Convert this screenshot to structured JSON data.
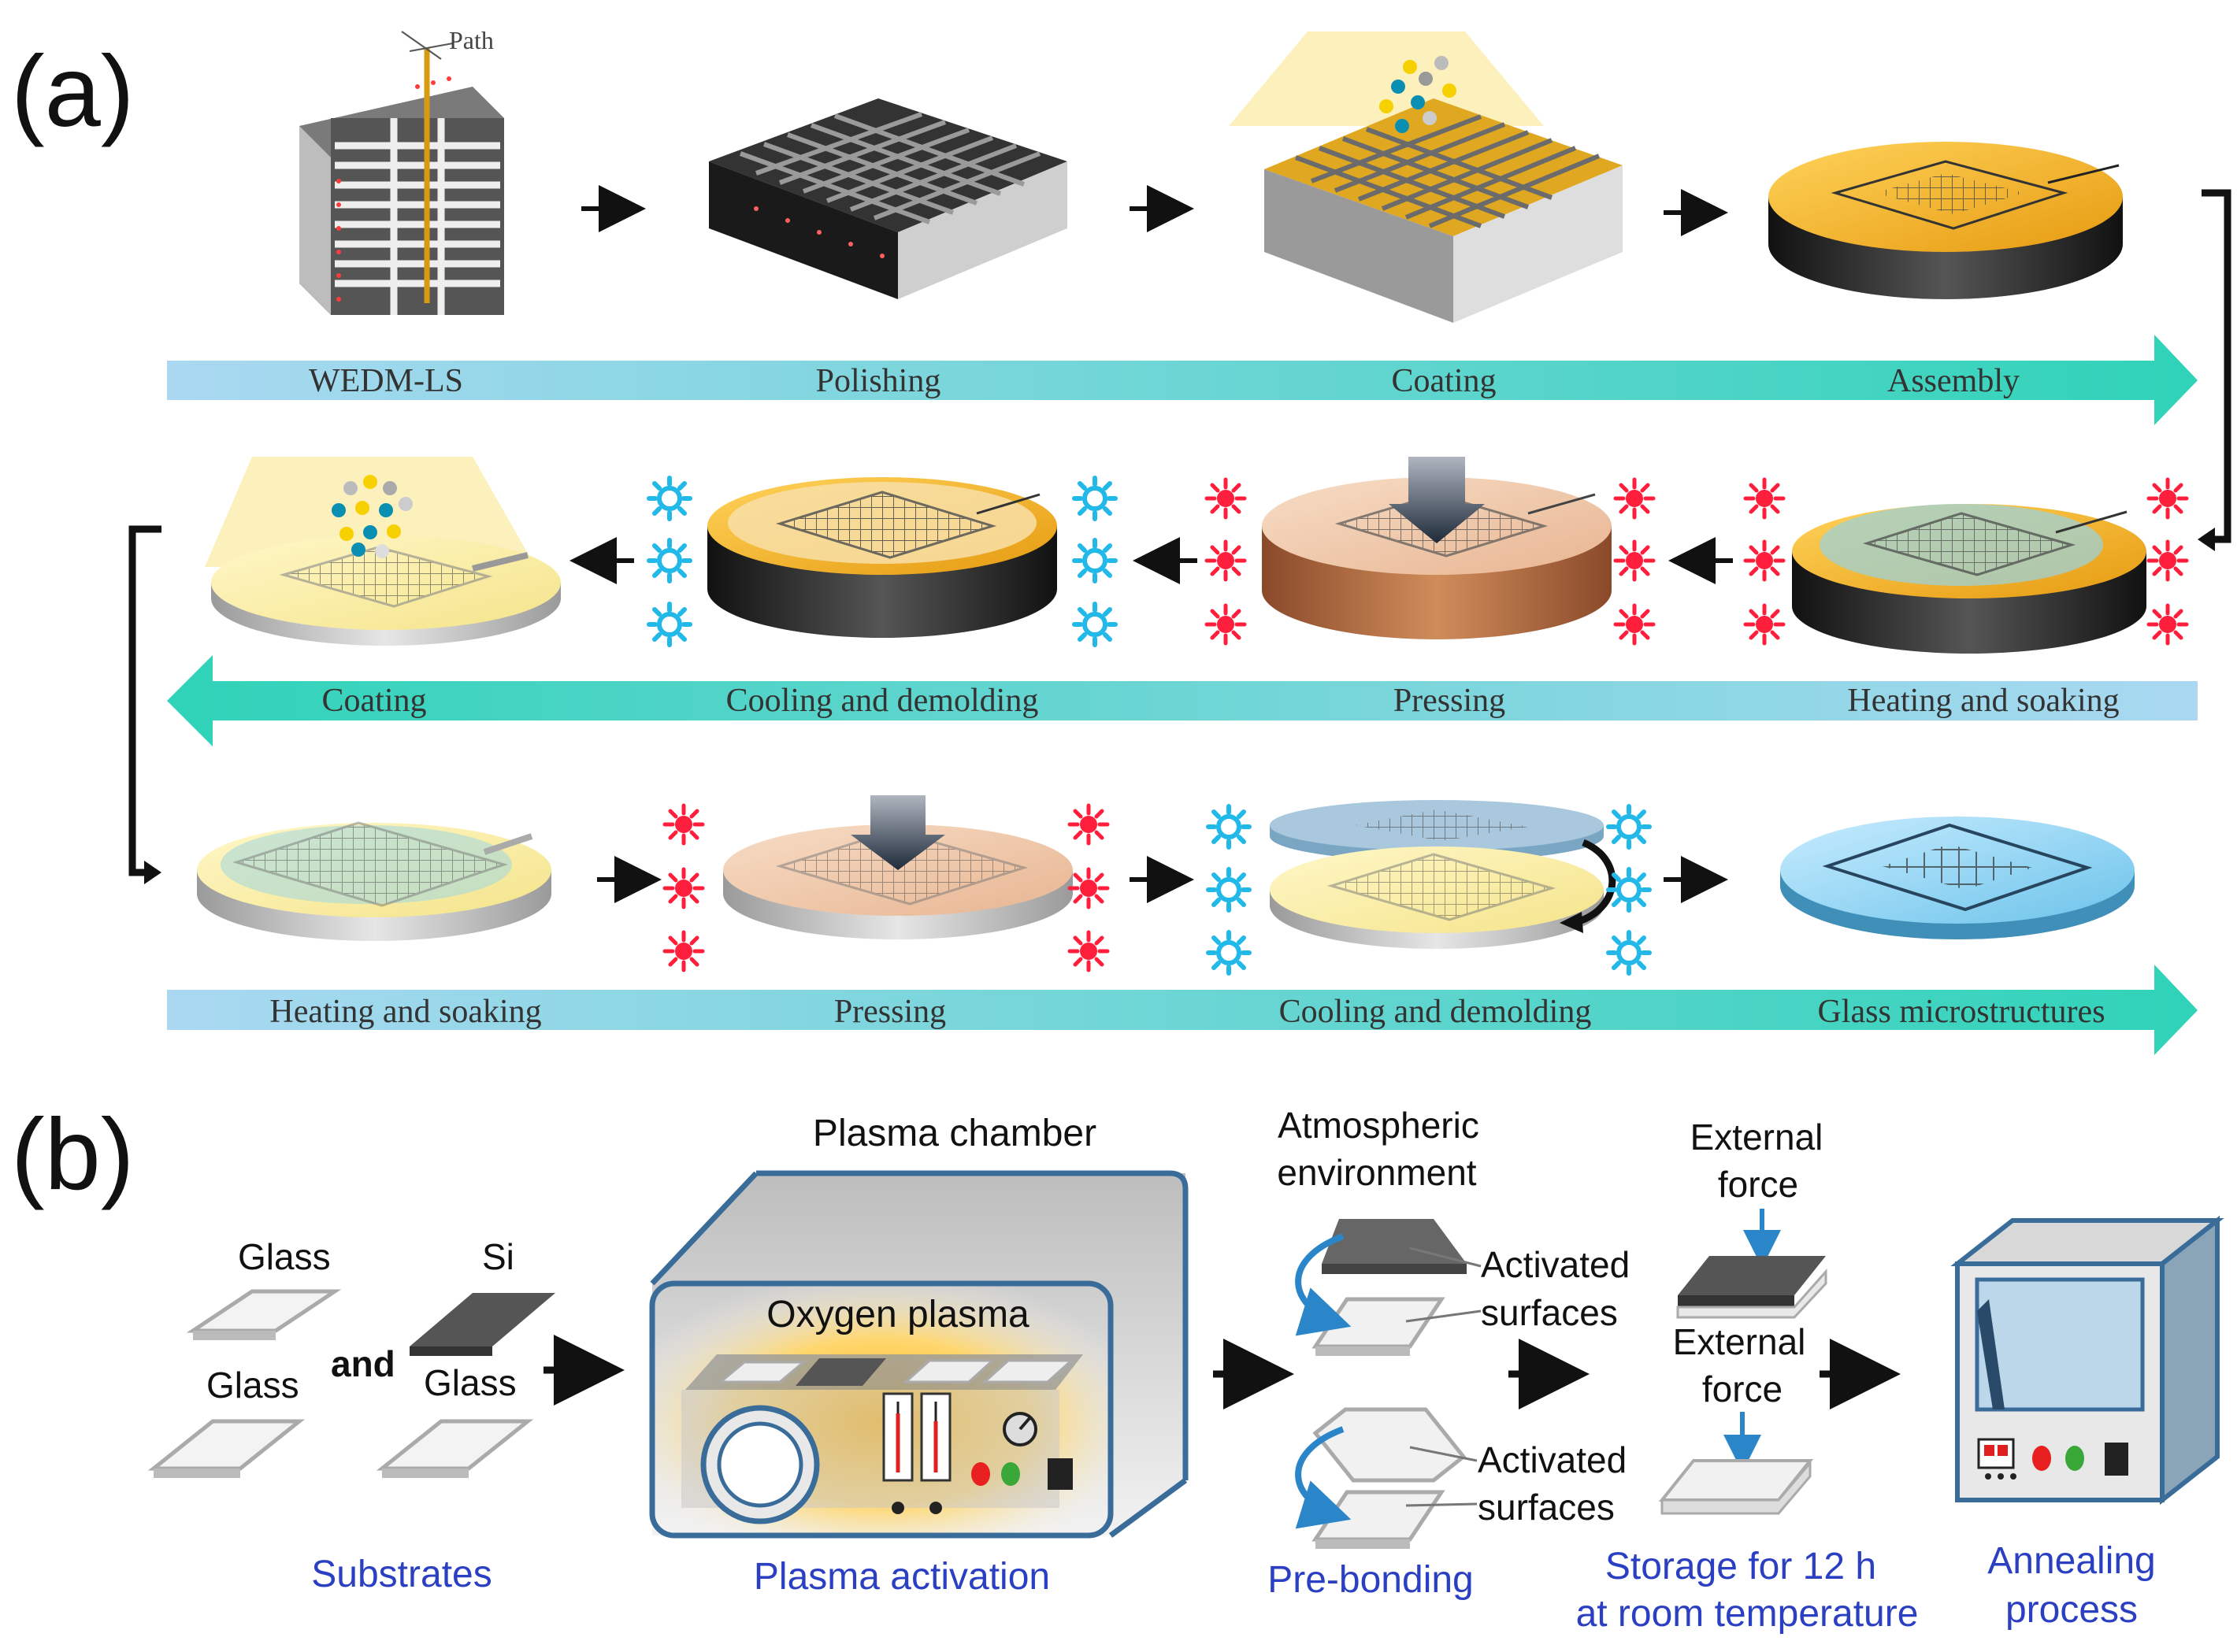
{
  "panel_a": {
    "label": "(a)",
    "path_label": "Path",
    "rows": [
      {
        "stages": [
          "WEDM-LS",
          "Polishing",
          "Coating",
          "Assembly"
        ]
      },
      {
        "stages": [
          "Coating",
          "Cooling and demolding",
          "Pressing",
          "Heating and soaking"
        ]
      },
      {
        "stages": [
          "Heating and soaking",
          "Pressing",
          "Cooling and demolding",
          "Glass microstructures"
        ]
      }
    ]
  },
  "panel_b": {
    "label": "(b)",
    "chamber_title": "Plasma chamber",
    "oxygen_plasma": "Oxygen plasma",
    "substrates": {
      "glass_top": "Glass",
      "si": "Si",
      "glass_bottom_left": "Glass",
      "and": "and",
      "glass_bottom_right": "Glass"
    },
    "atmospheric": [
      "Atmospheric",
      "environment"
    ],
    "activated": [
      "Activated",
      "surfaces"
    ],
    "external_force": [
      "External",
      "force"
    ],
    "steps": {
      "substrates": "Substrates",
      "plasma_activation": "Plasma activation",
      "pre_bonding": "Pre-bonding",
      "storage": [
        "Storage for 12 h",
        "at room temperature"
      ],
      "annealing": [
        "Annealing",
        "process"
      ]
    }
  },
  "colors": {
    "band_start": "#a9d6f2",
    "band_end": "#2fd3b8",
    "gold": "#f0b020",
    "blue_text": "#2b3fc2",
    "frame_blue": "#3a6c9a"
  }
}
